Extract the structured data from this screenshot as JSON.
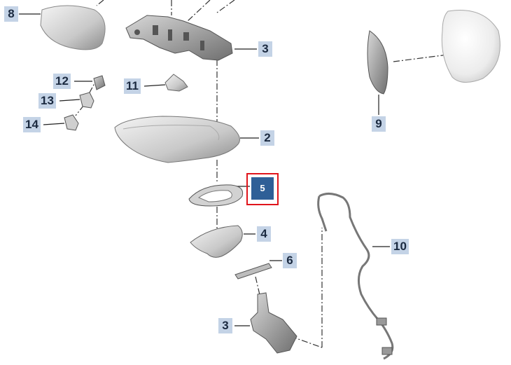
{
  "diagram": {
    "selected_part": "5",
    "highlight_color": "#e0151c",
    "callout_color": "#c4d3e6",
    "selected_callout_color": "#2f5f97",
    "callouts": [
      {
        "id": "c8",
        "label": "8"
      },
      {
        "id": "c3a",
        "label": "3"
      },
      {
        "id": "c12",
        "label": "12"
      },
      {
        "id": "c11",
        "label": "11"
      },
      {
        "id": "c13",
        "label": "13"
      },
      {
        "id": "c14",
        "label": "14"
      },
      {
        "id": "c2",
        "label": "2"
      },
      {
        "id": "c9",
        "label": "9"
      },
      {
        "id": "c5",
        "label": "5"
      },
      {
        "id": "c4",
        "label": "4"
      },
      {
        "id": "c10",
        "label": "10"
      },
      {
        "id": "c6",
        "label": "6"
      },
      {
        "id": "c3b",
        "label": "3"
      }
    ]
  }
}
